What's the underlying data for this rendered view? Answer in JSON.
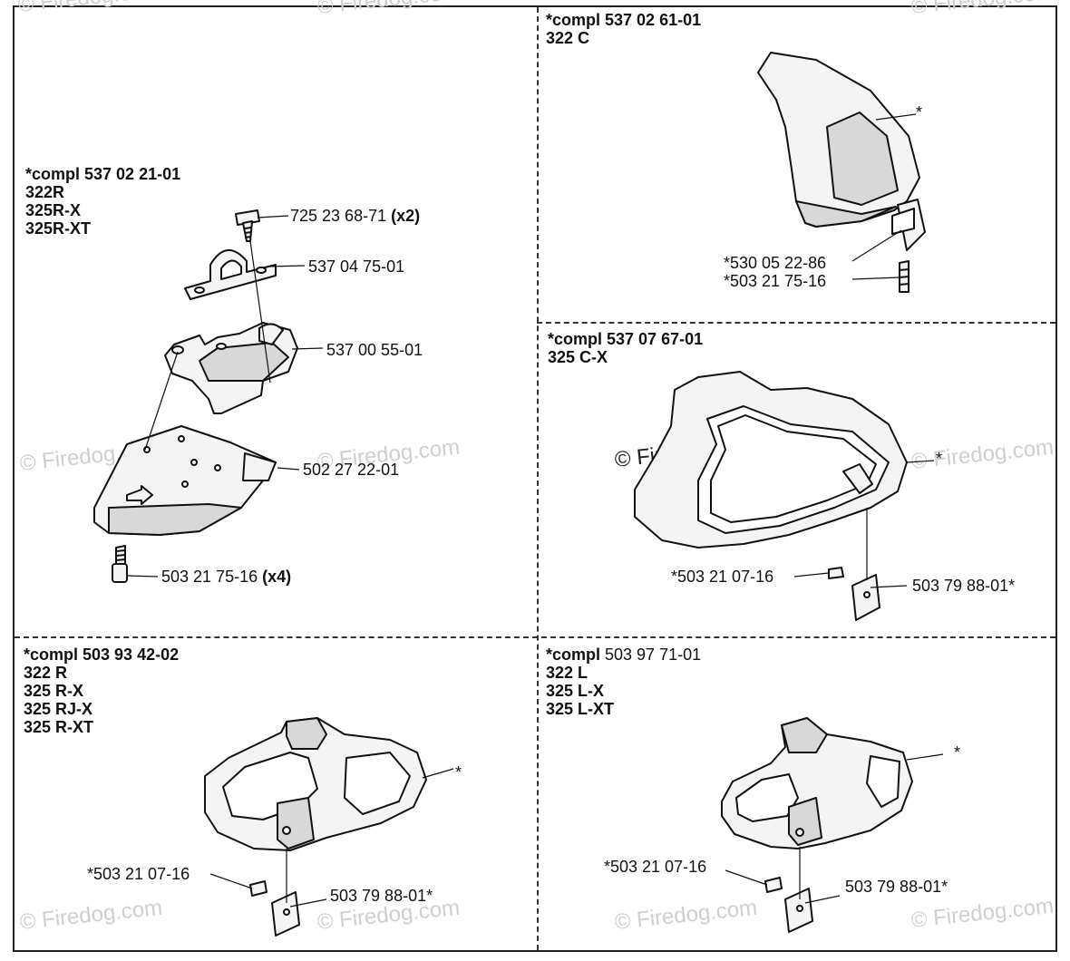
{
  "watermark": {
    "text": "© Firedog.com"
  },
  "panels": [
    {
      "id": "top-left",
      "header": [
        {
          "text": "*compl 537 02 21-01",
          "bold": true
        },
        {
          "text": "322R",
          "bold": true
        },
        {
          "text": "325R-X",
          "bold": true
        },
        {
          "text": "325R-XT",
          "bold": true
        }
      ],
      "callouts": [
        {
          "part": "725 23 68-71",
          "qty": "(x2)"
        },
        {
          "part": "537 04 75-01",
          "qty": ""
        },
        {
          "part": "537 00 55-01",
          "qty": ""
        },
        {
          "part": "502 27 22-01",
          "qty": ""
        },
        {
          "part": "503 21 75-16",
          "qty": "(x4)"
        }
      ]
    },
    {
      "id": "top-right",
      "header": [
        {
          "text": "*compl 537 02 61-01",
          "bold": true
        },
        {
          "text": "322 C",
          "bold": true
        }
      ],
      "callouts": [
        {
          "part": "*",
          "qty": ""
        },
        {
          "part": "*530 05 22-86",
          "qty": ""
        },
        {
          "part": "*503 21 75-16",
          "qty": ""
        }
      ]
    },
    {
      "id": "middle-right",
      "header": [
        {
          "text": "*compl 537 07 67-01",
          "bold": true
        },
        {
          "text": "325 C-X",
          "bold": true
        }
      ],
      "callouts": [
        {
          "part": "*",
          "qty": ""
        },
        {
          "part": "*503 21 07-16",
          "qty": ""
        },
        {
          "part": "503 79 88-01*",
          "qty": ""
        }
      ]
    },
    {
      "id": "bottom-left",
      "header": [
        {
          "text": "*compl 503 93 42-02",
          "bold": true
        },
        {
          "text": "322 R",
          "bold": true
        },
        {
          "text": "325 R-X",
          "bold": true
        },
        {
          "text": "325 RJ-X",
          "bold": true
        },
        {
          "text": "325 R-XT",
          "bold": true
        }
      ],
      "callouts": [
        {
          "part": "*",
          "qty": ""
        },
        {
          "part": "*503 21 07-16",
          "qty": ""
        },
        {
          "part": "503 79 88-01*",
          "qty": ""
        }
      ]
    },
    {
      "id": "bottom-right",
      "header": [
        {
          "text": "*compl",
          "bold": true,
          "suffix": " 503 97 71-01"
        },
        {
          "text": "322 L",
          "bold": true
        },
        {
          "text": "325 L-X",
          "bold": true
        },
        {
          "text": "325 L-XT",
          "bold": true
        }
      ],
      "callouts": [
        {
          "part": "*",
          "qty": ""
        },
        {
          "part": "*503 21 07-16",
          "qty": ""
        },
        {
          "part": "503 79 88-01*",
          "qty": ""
        }
      ]
    }
  ]
}
